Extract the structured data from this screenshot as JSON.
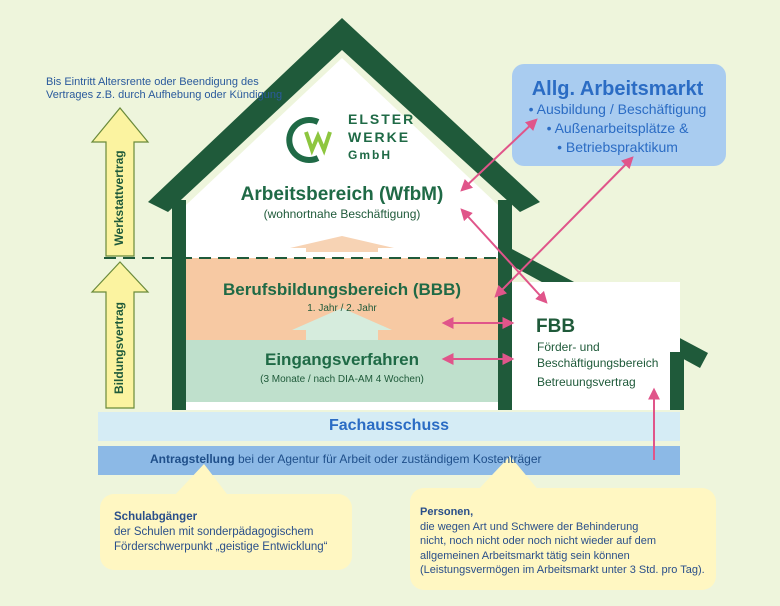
{
  "top_note": {
    "line1": "Bis Eintritt Altersrente oder Beendigung des",
    "line2": "Vertrages z.B. durch Aufhebung oder Kündigung"
  },
  "logo": {
    "line1": "ELSTER",
    "line2": "WERKE",
    "line3": "GmbH"
  },
  "arbeitsbereich": {
    "title": "Arbeitsbereich (WfbM)",
    "subtitle": "(wohnortnahe Beschäftigung)"
  },
  "bbb": {
    "title": "Berufsbildungsbereich (BBB)",
    "subtitle": "1. Jahr / 2. Jahr"
  },
  "eingang": {
    "title": "Eingangsverfahren",
    "subtitle": "(3 Monate / nach DIA-AM 4 Wochen)"
  },
  "fbb": {
    "title": "FBB",
    "line1": "Förder- und",
    "line2": "Beschäftigungsbereich",
    "line3": "Betreuungsvertrag"
  },
  "arbeitsmarkt": {
    "title": "Allg. Arbeitsmarkt",
    "item1": "• Ausbildung / Beschäftigung",
    "item2": "• Außenarbeitsplätze &",
    "item3": "• Betriebspraktikum"
  },
  "arrows_left": {
    "werkstattvertrag": "Werkstattvertrag",
    "bildungsvertrag": "Bildungsvertrag"
  },
  "fachausschuss": "Fachausschuss",
  "antrag": {
    "bold": "Antragstellung",
    "rest": " bei der Agentur für Arbeit oder zuständigem Kostenträger"
  },
  "schulabgaenger": {
    "title": "Schulabgänger",
    "line1": "der Schulen mit sonderpädagogischem",
    "line2": "Förderschwerpunkt „geistige Entwicklung“"
  },
  "personen": {
    "title": "Personen,",
    "line1": "die wegen Art und Schwere der Behinderung",
    "line2": "nicht, noch nicht oder noch nicht wieder auf dem",
    "line3": "allgemeinen Arbeitsmarkt tätig sein können",
    "line4": "(Leistungsvermögen im Arbeitsmarkt unter 3 Std. pro Tag)."
  },
  "colors": {
    "house": "#1f5a3a",
    "bbb": "#f7c9a3",
    "eingang": "#bfe0cc",
    "arrow_pink": "#e0558a",
    "band_light": "#d5ecf5",
    "band_blue": "#8cb9e6",
    "bubble": "#fff7c2",
    "arrow_yellow": "#fbf3a0"
  }
}
